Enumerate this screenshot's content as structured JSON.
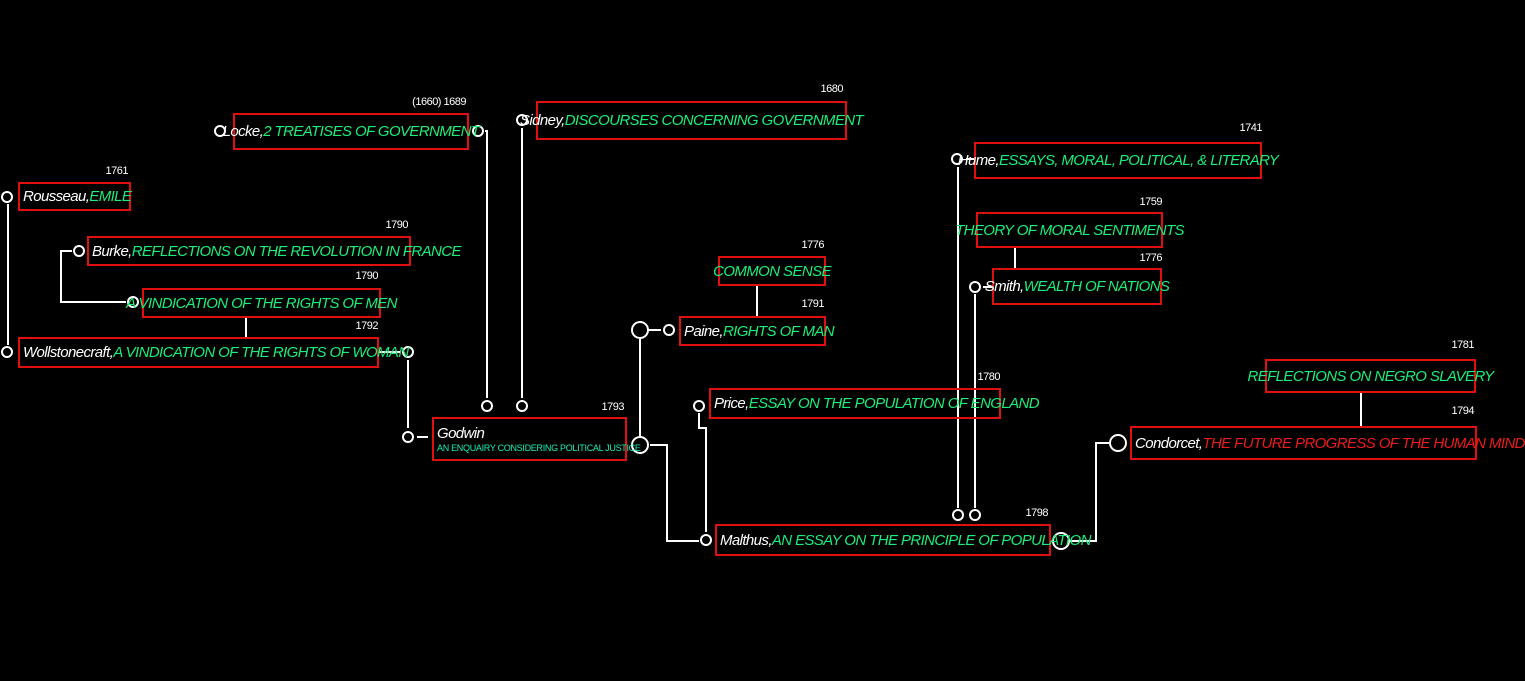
{
  "colors": {
    "background": "#000000",
    "box_border": "#e0100f",
    "author": "#ffffff",
    "work": "#1bef7a",
    "work_red": "#ef1a1a",
    "godwin_sub": "#19f0b8",
    "connector": "#ffffff"
  },
  "nodes": {
    "locke": {
      "author": "Locke, ",
      "work": "2 TREATISES OF GOVERNMENT",
      "year": "(1660) 1689"
    },
    "sidney": {
      "author": "Sidney, ",
      "work": "DISCOURSES CONCERNING GOVERNMENT",
      "year": "1680"
    },
    "rousseau": {
      "author": "Rousseau, ",
      "work": "EMILE",
      "year": "1761"
    },
    "burke": {
      "author": "Burke, ",
      "work": "REFLECTIONS ON THE REVOLUTION IN FRANCE",
      "year": "1790"
    },
    "vindication_men": {
      "work": "A VINDICATION OF THE RIGHTS OF MEN",
      "year": "1790"
    },
    "wollstonecraft": {
      "author": "Wollstonecraft, ",
      "work": "A VINDICATION OF THE RIGHTS OF WOMAN",
      "year": "1792"
    },
    "common_sense": {
      "work": "COMMON SENSE",
      "year": "1776"
    },
    "paine": {
      "author": "Paine, ",
      "work": "RIGHTS OF MAN",
      "year": "1791"
    },
    "godwin": {
      "author": "Godwin",
      "work": "AN ENQUAIRY CONSIDERING POLITICAL JUSTICE",
      "year": "1793"
    },
    "hume": {
      "author": "Hume, ",
      "work": "ESSAYS, MORAL, POLITICAL, & LITERARY",
      "year": "1741"
    },
    "moral_sentiments": {
      "work": "THEORY OF MORAL SENTIMENTS",
      "year": "1759"
    },
    "smith": {
      "author": "Smith, ",
      "work": "WEALTH OF NATIONS",
      "year": "1776"
    },
    "price": {
      "author": "Price, ",
      "work": "ESSAY ON THE POPULATION OF ENGLAND",
      "year": "1780"
    },
    "malthus": {
      "author": "Malthus, ",
      "work": "AN ESSAY ON THE PRINCIPLE OF POPULATION",
      "year": "1798"
    },
    "negro_slavery": {
      "work": "REFLECTIONS ON NEGRO SLAVERY",
      "year": "1781"
    },
    "condorcet": {
      "author": "Condorcet, ",
      "work": "THE FUTURE PROGRESS OF THE HUMAN MIND",
      "year": "1794"
    }
  }
}
